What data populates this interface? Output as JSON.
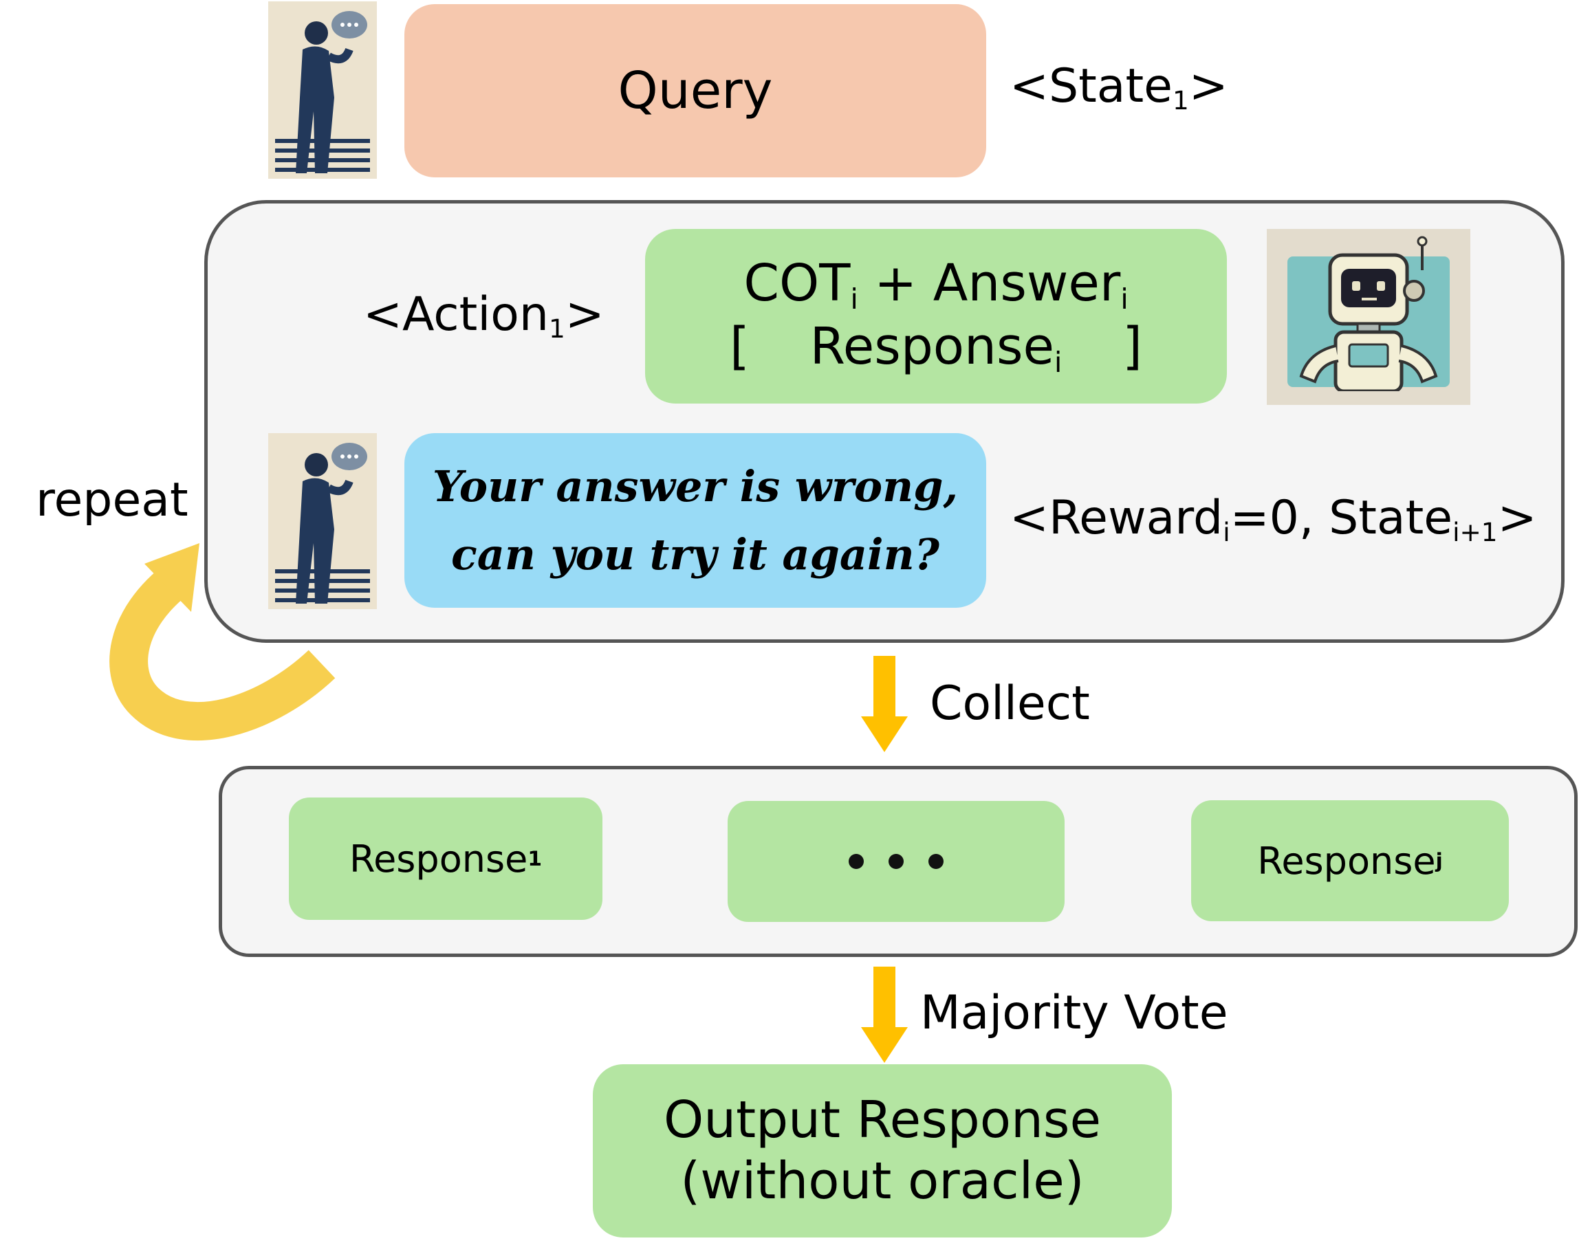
{
  "colors": {
    "query_fill": "#f6c8ae",
    "green_fill": "#b4e5a2",
    "feedback_fill": "#99dbf6",
    "panel_fill": "#f5f5f5",
    "arrow": "#ffc000",
    "loop_arrow": "#f7cf4f"
  },
  "icons": [
    "user-icon",
    "robot-icon",
    "down-arrow-icon",
    "loop-arrow-icon"
  ],
  "query": {
    "label": "Query"
  },
  "state1": {
    "base": "<State",
    "sub": "1",
    "close": ">"
  },
  "action": {
    "base": "<Action",
    "sub": "1",
    "close": ">"
  },
  "cot_box": {
    "cot": "COT",
    "cot_sub": "i",
    "plus": "+ Answer",
    "answer_sub": "i",
    "open_bracket": "[",
    "response": "Response",
    "response_sub": "i",
    "close_bracket": "]"
  },
  "feedback": {
    "line1": "Your answer is wrong,",
    "line2": "can you try it again?"
  },
  "reward": {
    "part1": "<Reward",
    "sub1": "i",
    "part2": "=0, State",
    "sub2": "i+1",
    "close": ">"
  },
  "repeat": {
    "label": "repeat"
  },
  "collect": {
    "label": "Collect"
  },
  "responses": {
    "first": {
      "base": "Response",
      "sub": "1"
    },
    "last": {
      "base": "Response",
      "sub": "j"
    }
  },
  "majority": {
    "label": "Majority Vote"
  },
  "output": {
    "line1": "Output Response",
    "line2": "(without oracle)"
  }
}
